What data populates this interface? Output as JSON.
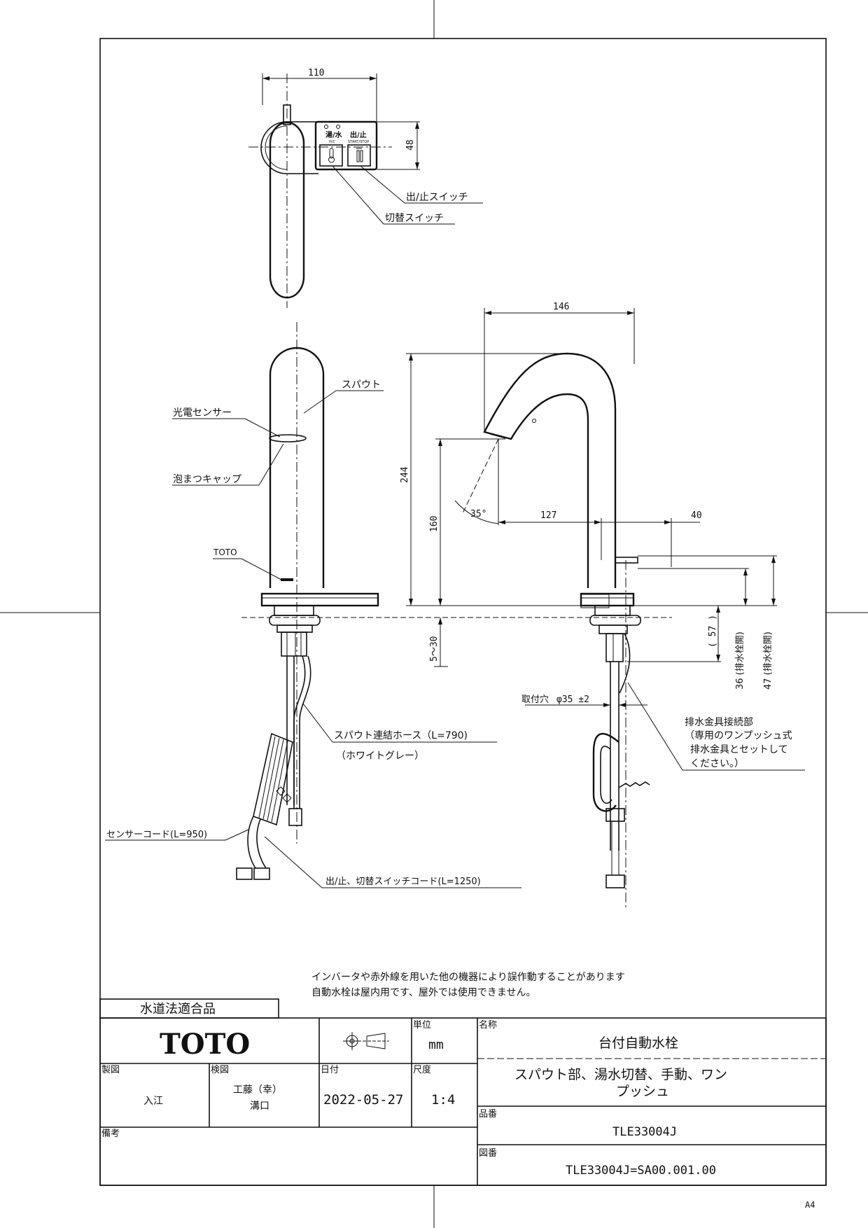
{
  "top_view": {
    "dim_width": "110",
    "dim_height": "48",
    "switch_left_label": "湯/水",
    "switch_left_sub": "H/C",
    "switch_right_label": "出/止",
    "switch_right_sub": "START/STOP",
    "callout_start_stop": "出/止スイッチ",
    "callout_changeover": "切替スイッチ"
  },
  "front_view": {
    "label_spout": "スパウト",
    "label_sensor": "光電センサー",
    "label_aerator": "泡まつキャップ",
    "label_logo": "TOTO",
    "label_hose": "スパウト連結ホース（L=790)",
    "label_hose_color": "（ホワイトグレー）",
    "label_sensor_cord": "センサーコード(L=950)",
    "label_switch_cord": "出/止、切替スイッチコード(L=1250)"
  },
  "side_view": {
    "dim_146": "146",
    "dim_244": "244",
    "dim_160": "160",
    "dim_35deg": "35°",
    "dim_127": "127",
    "dim_40": "40",
    "dim_5_30": "5～30",
    "dim_57": "( 57 )",
    "dim_36": "36 (排水栓開)",
    "dim_47": "47 (排水栓開)",
    "dim_hole": "取付穴",
    "dim_hole_value": "φ35 ±2",
    "drain_title": "排水金具接続部",
    "drain_line1": "（専用のワンプッシュ式",
    "drain_line2": "排水金具とセットして",
    "drain_line3": "ください。）"
  },
  "notes": {
    "note1": "インバータや赤外線を用いた他の機器により誤作動することがあります",
    "note2": "自動水栓は屋内用です、屋外では使用できません。"
  },
  "title_block": {
    "compliance": "水道法適合品",
    "logo": "TOTO",
    "unit_label": "単位",
    "unit_value": "mm",
    "name_label": "名称",
    "name_value": "台付自動水栓",
    "subname_line1": "スパウト部、湯水切替、手動、ワン",
    "subname_line2": "プッシュ",
    "drawn_label": "製図",
    "drawn_value": "入江",
    "checked_label": "検図",
    "checked_value1": "工藤（幸）",
    "checked_value2": "溝口",
    "date_label": "日付",
    "date_value": "2022-05-27",
    "scale_label": "尺度",
    "scale_value": "1:4",
    "part_no_label": "品番",
    "part_no_value": "TLE33004J",
    "remarks_label": "備考",
    "drawing_no_label": "図番",
    "drawing_no_value": "TLE33004J=SA00.001.00",
    "paper_size": "A4"
  }
}
